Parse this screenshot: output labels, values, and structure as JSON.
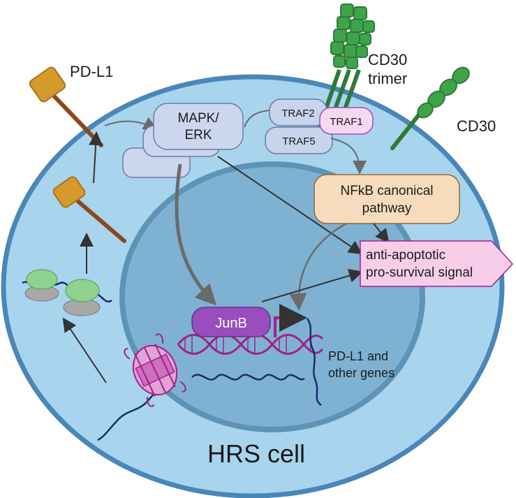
{
  "labels": {
    "pdl1": "PD-L1",
    "cd30_trimer_line1": "CD30",
    "cd30_trimer_line2": "trimer",
    "cd30": "CD30",
    "mapk_line1": "MAPK/",
    "mapk_line2": "ERK",
    "traf2": "TRAF2",
    "traf1": "TRAF1",
    "traf5": "TRAF5",
    "nfkb_line1": "NFkB canonical",
    "nfkb_line2": "pathway",
    "signal_line1": "anti-apoptotic",
    "signal_line2": "pro-survival signal",
    "junb": "JunB",
    "genes_line1": "PD-L1 and",
    "genes_line2": "other genes",
    "cell": "HRS cell"
  },
  "colors": {
    "cytoplasm": "#a8d4ee",
    "membrane": "#4a86b8",
    "nucleus": "#7fb2d2",
    "nucleus_edge": "#5f93b6",
    "mapk_box": "#ccd6ee",
    "traf2": "#c8d3ec",
    "traf1": "#f4d9f1",
    "nfkb_box": "#f6dcbc",
    "signal_box": "#f7cdea",
    "junb": "#9a4dbd",
    "dna": "#a0228c",
    "mrna": "#1b2a6e",
    "receptor_green": "#3fa34a",
    "pdl1_head": "#d49a2a",
    "pdl1_stalk": "#8a4a1c",
    "arrow": "#333333",
    "gray_arrow": "#6b6b6b"
  },
  "icons": [
    "pd-l1-receptor-icon",
    "cd30-trimer-icon",
    "cd30-monomer-icon",
    "ribosome-icon",
    "nuclear-pore-icon",
    "dna-helix-icon",
    "mrna-icon",
    "promoter-arrow-icon"
  ]
}
